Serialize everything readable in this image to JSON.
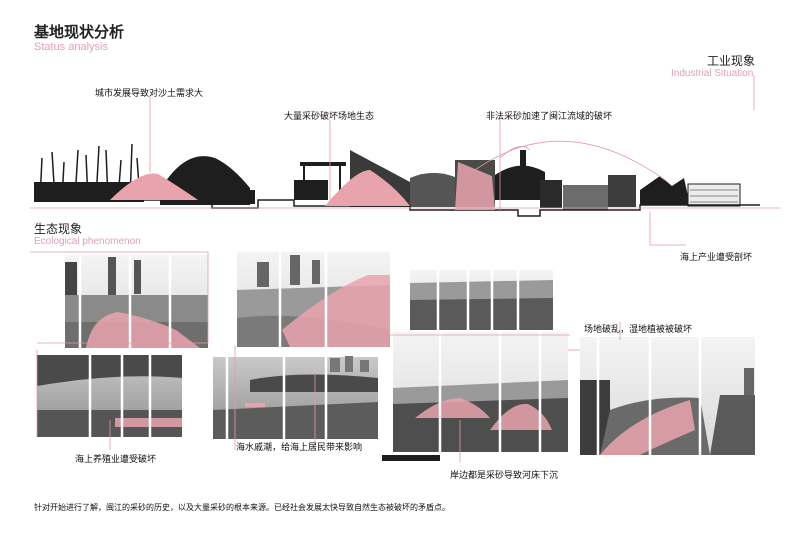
{
  "header": {
    "title_cn": "基地现状分析",
    "title_en": "Status analysis"
  },
  "industrial": {
    "label_cn": "工业现象",
    "label_en": "Industrial Situation",
    "captions": {
      "urban_demand": "城市发展导致对沙土需求大",
      "dredging": "大量采砂破坏场地生态",
      "illegal": "非法采砂加速了闽江流域的破坏",
      "marine": "海上产业遭受剖坏"
    }
  },
  "ecological": {
    "label_cn": "生态现象",
    "label_en": "Ecological phenomenon",
    "captions": {
      "site_damage": "场地破乱，湿地植被被破坏",
      "aquaculture": "海上养殖业遭受破坏",
      "tide": "海水戚潮，给海上居民带来影响",
      "riverbed": "岸边都是采砂导致河床下沉"
    }
  },
  "footer": {
    "note": "针对开始进行了解，闽江的采砂的历史，以及大量采砂的根本来源。已经社会发展太快导致自然生态被破坏的矛盾点。"
  },
  "colors": {
    "accent": "#e39aa6",
    "accent_fill": "#e9a3ad",
    "photo_dark": "#3a3a3a",
    "photo_mid": "#8a8a8a"
  }
}
